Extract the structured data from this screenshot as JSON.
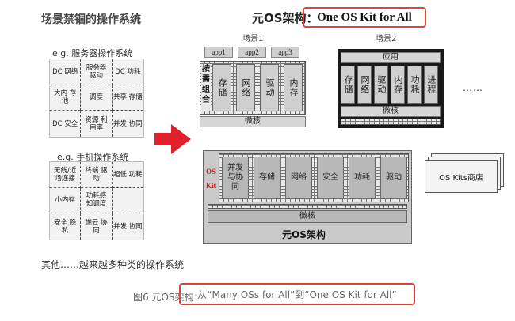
{
  "left": {
    "title": "场景禁锢的操作系统",
    "server": {
      "label": "e.g. 服务器操作系统",
      "pieces": [
        "DC 网络",
        "服务器 驱动",
        "DC 功耗",
        "大内 存池",
        "调度",
        "共享 存储",
        "DC 安全",
        "资源 利用率",
        "并发 协同"
      ]
    },
    "phone": {
      "label": "e.g. 手机操作系统",
      "pieces": [
        "无线/近 场连接",
        "终端 驱动",
        "超低 功耗",
        "小内存",
        "功耗感 知调度",
        "",
        "安全 隐私",
        "端云 协同",
        "并发 协同"
      ]
    },
    "footer": "其他……越来越多种类的操作系统"
  },
  "header": {
    "title_prefix": "元OS架构：",
    "title_boxed": "One OS Kit for All"
  },
  "scene1": {
    "label": "场景1",
    "apps": [
      "app1",
      "app2",
      "app3"
    ],
    "side_label": "按需组合",
    "modules": [
      "存储",
      "网络",
      "驱动",
      "内存"
    ],
    "micro": "微核"
  },
  "scene2": {
    "label": "场景2",
    "app_bar": "应用",
    "modules": [
      "存储",
      "网络",
      "驱动",
      "内存",
      "功耗",
      "进程"
    ],
    "micro": "微核"
  },
  "dots": "……",
  "kit": {
    "side_os": "OS",
    "side_kit": "Kit",
    "modules": [
      "并发与协同",
      "存储",
      "网络",
      "安全",
      "功耗",
      "驱动"
    ],
    "micro": "微核",
    "title": "元OS架构"
  },
  "store": {
    "label": "OS Kits商店"
  },
  "caption": {
    "prefix": "图6 元OS架构：",
    "boxed": "从“Many OSs for All”到“One OS Kit for All”"
  }
}
